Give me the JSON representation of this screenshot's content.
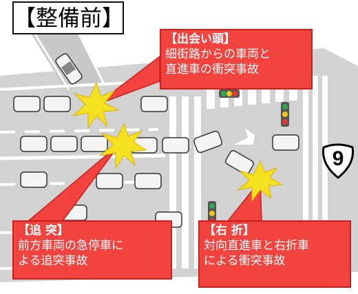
{
  "title": "【整備前】",
  "route_sign": "9",
  "callouts": [
    {
      "head": "【出会い頭】",
      "lines": [
        "細街路からの車両と",
        "直進車の衝突事故"
      ]
    },
    {
      "head": "【追 突】",
      "lines": [
        "前方車両の急停車に",
        "よる追突事故"
      ]
    },
    {
      "head": "【右 折】",
      "lines": [
        "対向直進車と右折車",
        "による衝突事故"
      ]
    }
  ],
  "colors": {
    "callout_fill": "#f2433f",
    "callout_border": "#c62020",
    "crash": "#f5e020",
    "road": "#d2d2d2",
    "car": "#f4f4f4"
  }
}
